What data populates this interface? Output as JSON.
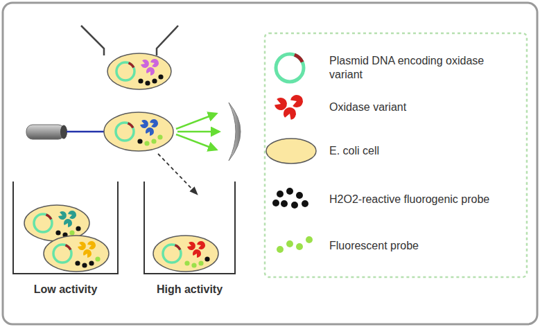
{
  "diagram": {
    "nodes": [
      {
        "text": [
          "Low activity"
        ]
      },
      {
        "text": [
          "High activity"
        ]
      }
    ],
    "legend": [
      {
        "text": "Plasmid DNA encoding oxidase variant"
      },
      {
        "text": "Oxidase variant"
      },
      {
        "text": "E. coli cell"
      },
      {
        "text": "H2O2-reactive fluorogenic probe"
      },
      {
        "text": "Fluorescent probe"
      }
    ]
  }
}
